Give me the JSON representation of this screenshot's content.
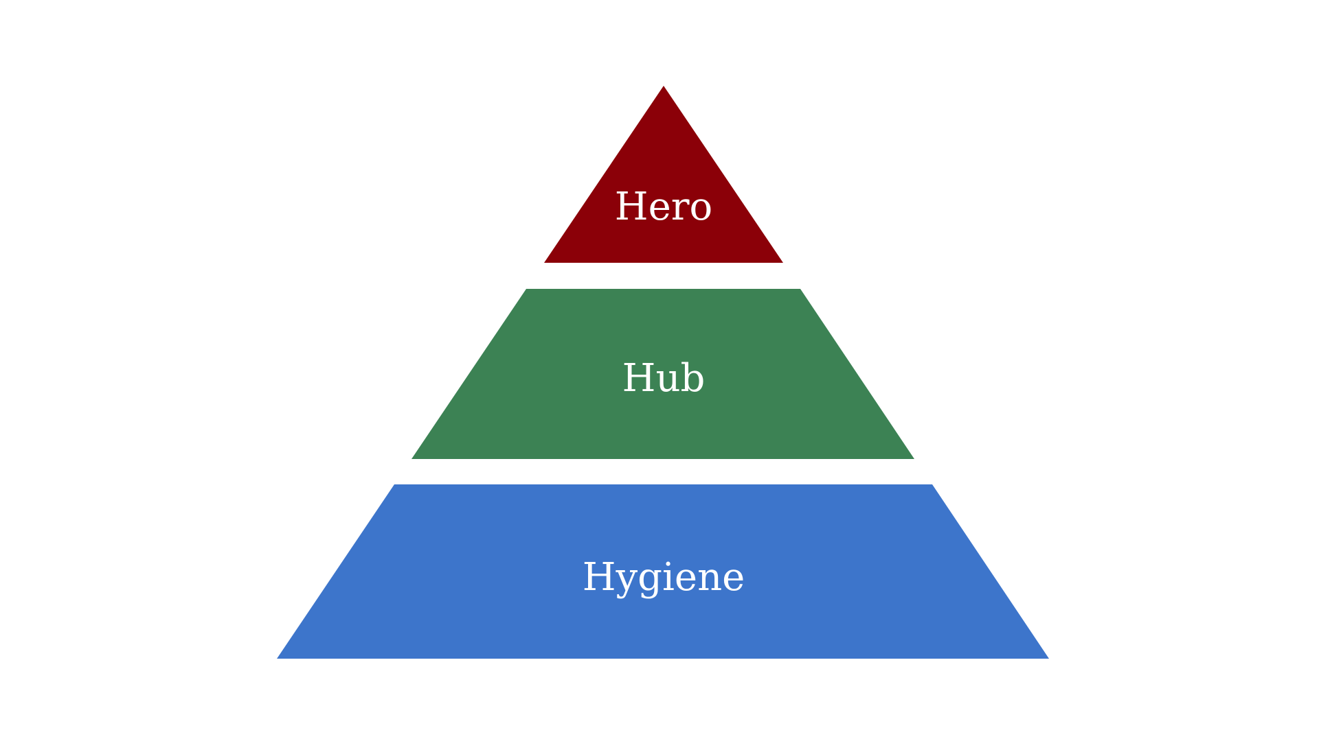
{
  "diagram": {
    "type": "pyramid",
    "tiers": [
      {
        "label": "Hero",
        "color": "#8b0008"
      },
      {
        "label": "Hub",
        "color": "#3c8254"
      },
      {
        "label": "Hygiene",
        "color": "#3d75cb"
      }
    ],
    "background": "#ffffff"
  }
}
